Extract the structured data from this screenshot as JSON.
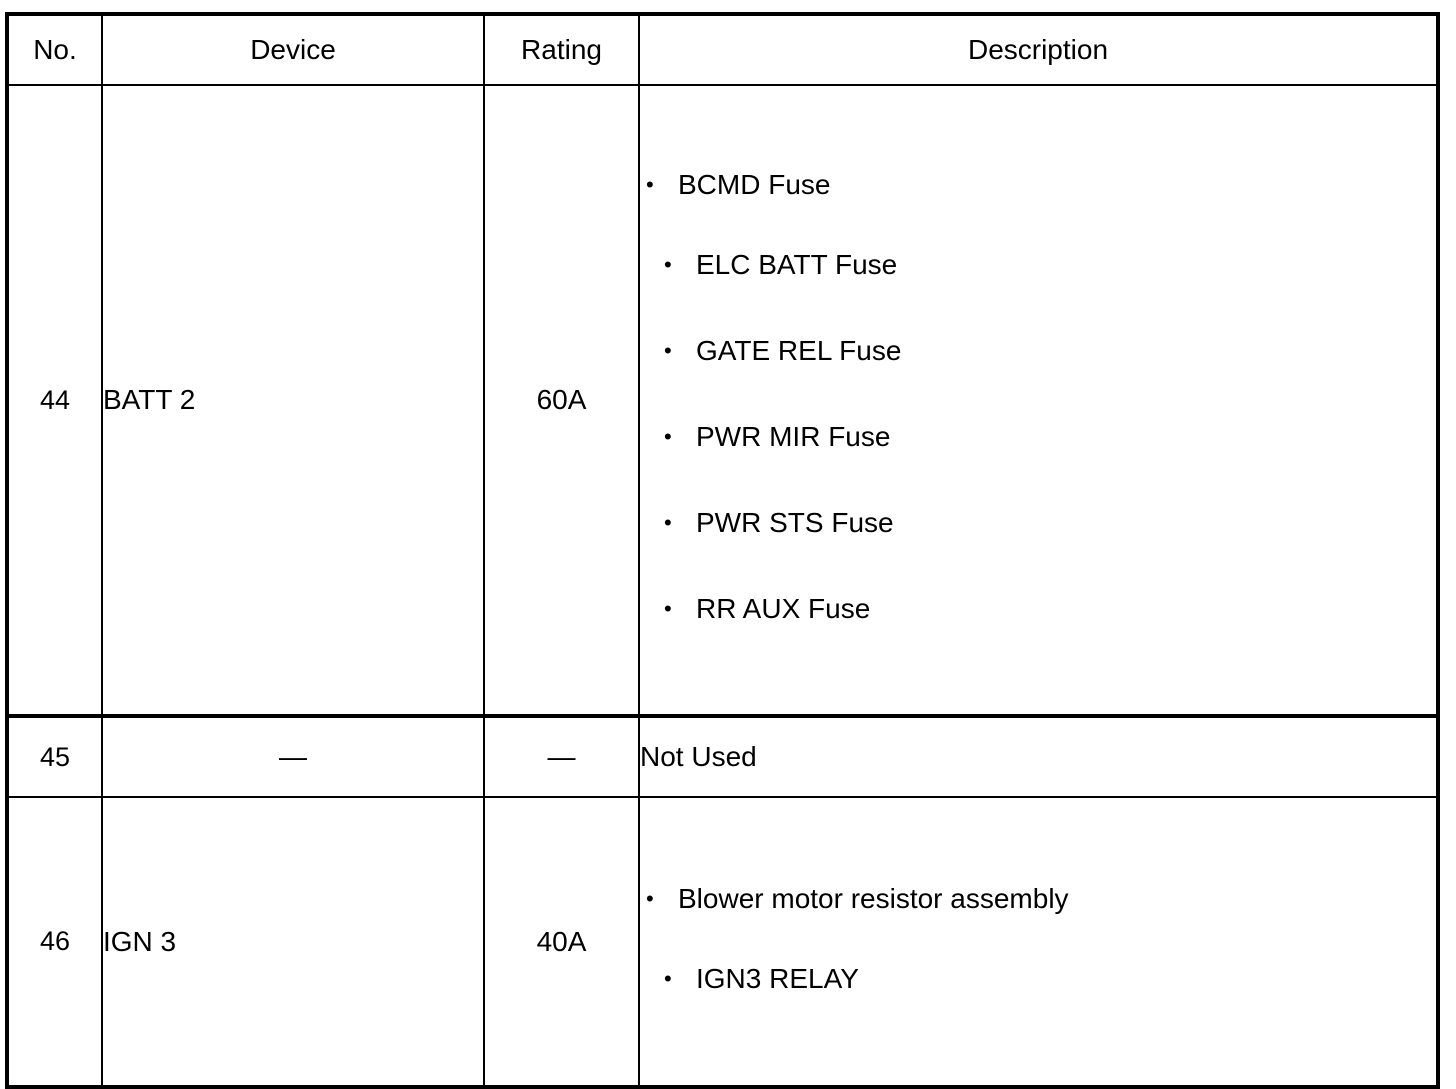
{
  "table": {
    "columns": [
      {
        "key": "no",
        "label": "No."
      },
      {
        "key": "device",
        "label": "Device"
      },
      {
        "key": "rating",
        "label": "Rating"
      },
      {
        "key": "desc",
        "label": "Description"
      }
    ],
    "rows": [
      {
        "no": "44",
        "device": "BATT 2",
        "rating": "60A",
        "desc_type": "list",
        "desc_items": [
          {
            "bullet": "•",
            "text": "BCMD Fuse",
            "indent": 0
          },
          {
            "bullet": "•",
            "text": "ELC BATT Fuse",
            "indent": 1
          },
          {
            "bullet": "•",
            "text": "GATE REL Fuse",
            "indent": 1
          },
          {
            "bullet": "•",
            "text": "PWR MIR Fuse",
            "indent": 1
          },
          {
            "bullet": "•",
            "text": "PWR STS Fuse",
            "indent": 1
          },
          {
            "bullet": "•",
            "text": "RR AUX Fuse",
            "indent": 1
          }
        ]
      },
      {
        "no": "45",
        "device": "—",
        "rating": "—",
        "desc_type": "text",
        "desc_text": "Not Used",
        "desc_items": []
      },
      {
        "no": "46",
        "device": "IGN 3",
        "rating": "40A",
        "desc_type": "list",
        "desc_items": [
          {
            "bullet": "•",
            "text": "Blower motor resistor assembly",
            "indent": 0
          },
          {
            "bullet": "•",
            "text": "IGN3 RELAY",
            "indent": 1
          }
        ]
      }
    ]
  },
  "style": {
    "border_color": "#000000",
    "background": "#ffffff",
    "text_color": "#000000"
  }
}
